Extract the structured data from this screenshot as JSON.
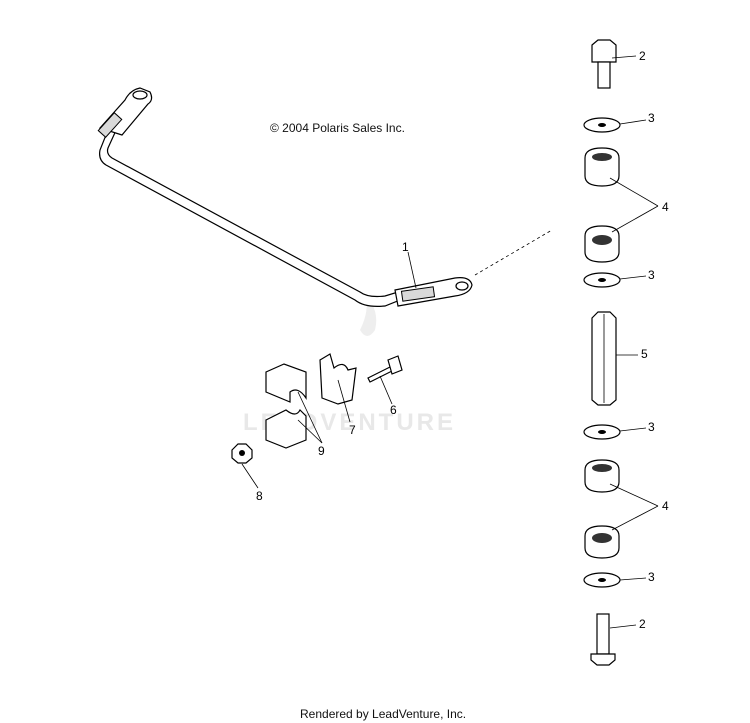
{
  "copyright": "© 2004 Polaris Sales Inc.",
  "footer": "Rendered by LeadVenture, Inc.",
  "watermark": "LEADVENTURE",
  "callouts": {
    "c1": "1",
    "c2_top": "2",
    "c3_a": "3",
    "c4_a": "4",
    "c3_b": "3",
    "c5": "5",
    "c3_c": "3",
    "c4_b": "4",
    "c3_d": "3",
    "c2_bottom": "2",
    "c6": "6",
    "c7": "7",
    "c8": "8",
    "c9": "9"
  }
}
